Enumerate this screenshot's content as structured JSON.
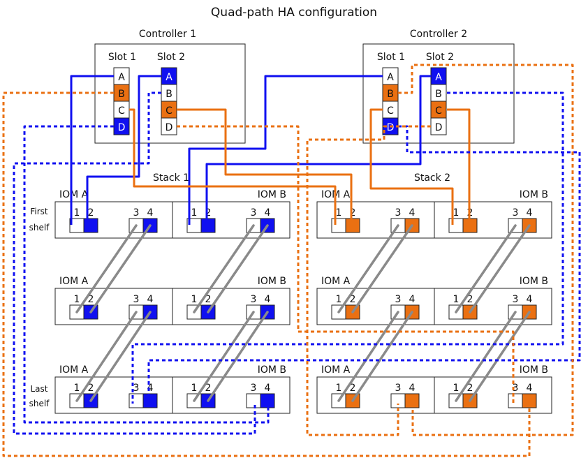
{
  "title": "Quad-path HA configuration",
  "colors": {
    "blue": "#1010f0",
    "orange": "#ea7012",
    "gray": "#8a8a8a"
  },
  "controllers": [
    {
      "label": "Controller 1",
      "slots": [
        {
          "label": "Slot 1",
          "ports": [
            {
              "id": "A",
              "color": "none"
            },
            {
              "id": "B",
              "color": "orange"
            },
            {
              "id": "C",
              "color": "none"
            },
            {
              "id": "D",
              "color": "blue"
            }
          ]
        },
        {
          "label": "Slot 2",
          "ports": [
            {
              "id": "A",
              "color": "blue"
            },
            {
              "id": "B",
              "color": "none"
            },
            {
              "id": "C",
              "color": "orange"
            },
            {
              "id": "D",
              "color": "none"
            }
          ]
        }
      ]
    },
    {
      "label": "Controller 2",
      "slots": [
        {
          "label": "Slot 1",
          "ports": [
            {
              "id": "A",
              "color": "none"
            },
            {
              "id": "B",
              "color": "orange"
            },
            {
              "id": "C",
              "color": "none"
            },
            {
              "id": "D",
              "color": "blue"
            }
          ]
        },
        {
          "label": "Slot 2",
          "ports": [
            {
              "id": "A",
              "color": "blue"
            },
            {
              "id": "B",
              "color": "none"
            },
            {
              "id": "C",
              "color": "orange"
            },
            {
              "id": "D",
              "color": "none"
            }
          ]
        }
      ]
    }
  ],
  "stacks": [
    {
      "label": "Stack 1",
      "color": "blue"
    },
    {
      "label": "Stack 2",
      "color": "orange"
    }
  ],
  "iom_labels": [
    "IOM A",
    "IOM B"
  ],
  "port_numbers": [
    "1",
    "2",
    "3",
    "4"
  ],
  "shelf_labels": {
    "first": [
      "First",
      "shelf"
    ],
    "last": [
      "Last",
      "shelf"
    ]
  }
}
